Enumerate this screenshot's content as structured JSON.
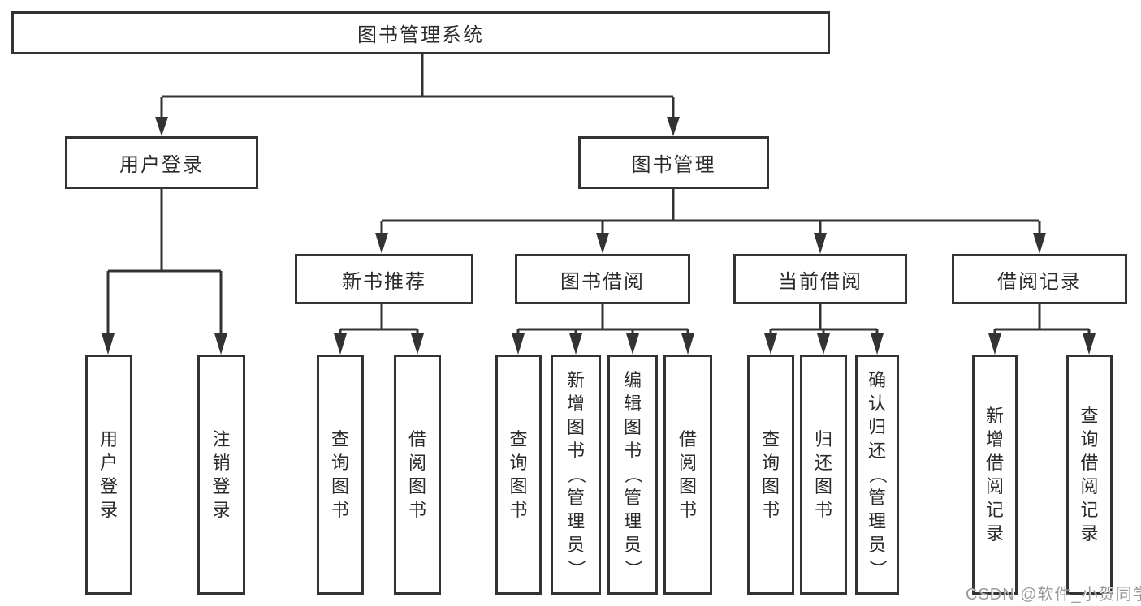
{
  "diagram": {
    "type": "hierarchy-tree",
    "root": {
      "label": "图书管理系统"
    },
    "level2": [
      {
        "label": "用户登录"
      },
      {
        "label": "图书管理"
      }
    ],
    "level3": [
      {
        "label": "新书推荐"
      },
      {
        "label": "图书借阅"
      },
      {
        "label": "当前借阅"
      },
      {
        "label": "借阅记录"
      }
    ],
    "leaves": {
      "user_login": [
        "用户登录",
        "注销登录"
      ],
      "new_book_recommend": [
        "查询图书",
        "借阅图书"
      ],
      "book_borrow": [
        "查询图书",
        "新增图书（管理员）",
        "编辑图书（管理员）",
        "借阅图书"
      ],
      "current_borrow": [
        "查询图书",
        "归还图书",
        "确认归还（管理员）"
      ],
      "borrow_records": [
        "新增借阅记录",
        "查询借阅记录"
      ]
    }
  },
  "watermark": "CSDN @软件_小贺同学",
  "colors": {
    "line": "#333333",
    "box_border": "#333333",
    "text": "#2b2b2b",
    "watermark": "#9b9b9b",
    "background": "#ffffff"
  }
}
